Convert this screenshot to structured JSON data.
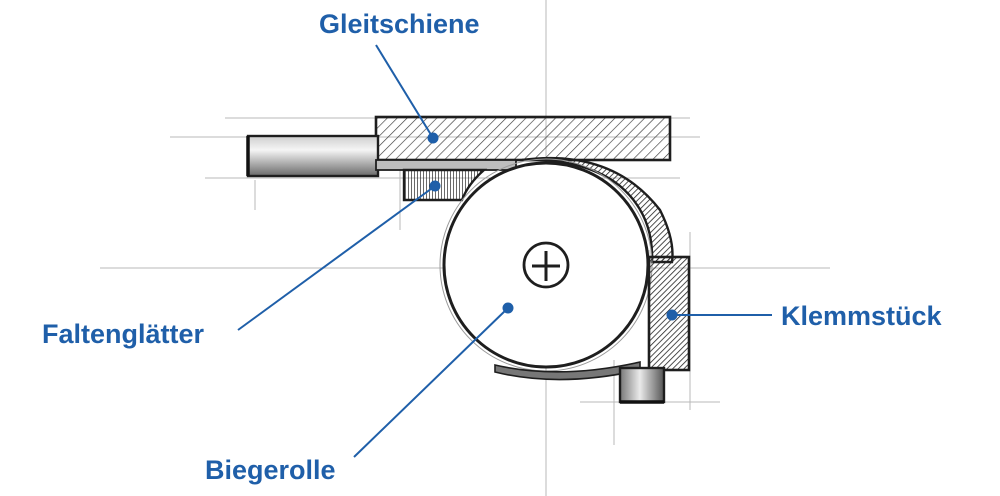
{
  "labels": {
    "gleitschiene": "Gleitschiene",
    "faltenglaetter": "Faltenglätter",
    "klemmstueck": "Klemmstück",
    "biegerolle": "Biegerolle"
  },
  "colors": {
    "label": "#1f5fa9",
    "leader": "#1f5fa9",
    "ink": "#1e1e1e",
    "guide": "#b8b8b8",
    "hatch": "#3a3a3a",
    "paper": "#ffffff"
  }
}
